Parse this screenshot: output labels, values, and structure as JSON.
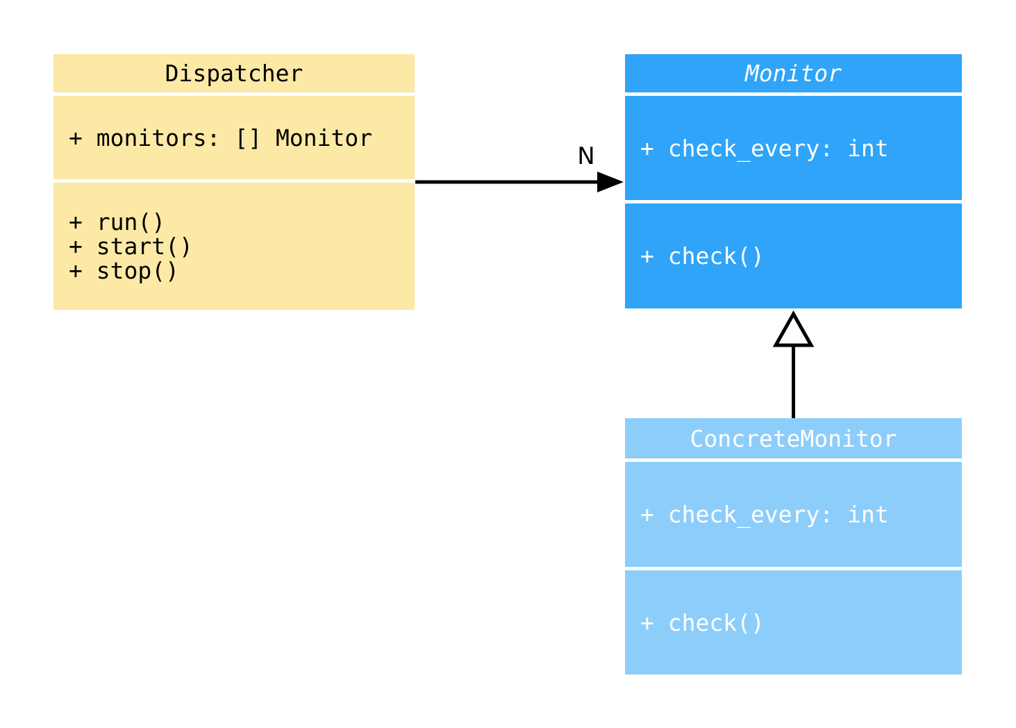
{
  "diagram": {
    "background": "#ffffff",
    "line_color": "#000000",
    "classes": [
      {
        "id": "dispatcher",
        "name": "Dispatcher",
        "abstract": false,
        "fill": "#FBE9A5",
        "text_color": "#000000",
        "attributes": [
          "+ monitors: [] Monitor"
        ],
        "methods": [
          "+ run()",
          "+ start()",
          "+ stop()"
        ]
      },
      {
        "id": "monitor",
        "name": "Monitor",
        "abstract": true,
        "fill": "#2FA4F8",
        "text_color": "#ffffff",
        "attributes": [
          "+ check_every: int"
        ],
        "methods": [
          "+ check()"
        ]
      },
      {
        "id": "concrete_monitor",
        "name": "ConcreteMonitor",
        "abstract": false,
        "fill": "#8DCDFA",
        "text_color": "#ffffff",
        "attributes": [
          "+ check_every: int"
        ],
        "methods": [
          "+ check()"
        ]
      }
    ],
    "relations": [
      {
        "type": "association",
        "from": "Dispatcher",
        "to": "Monitor",
        "label": "N",
        "color": "#000000"
      },
      {
        "type": "inheritance",
        "from": "ConcreteMonitor",
        "to": "Monitor",
        "label": "",
        "color": "#000000"
      }
    ]
  }
}
